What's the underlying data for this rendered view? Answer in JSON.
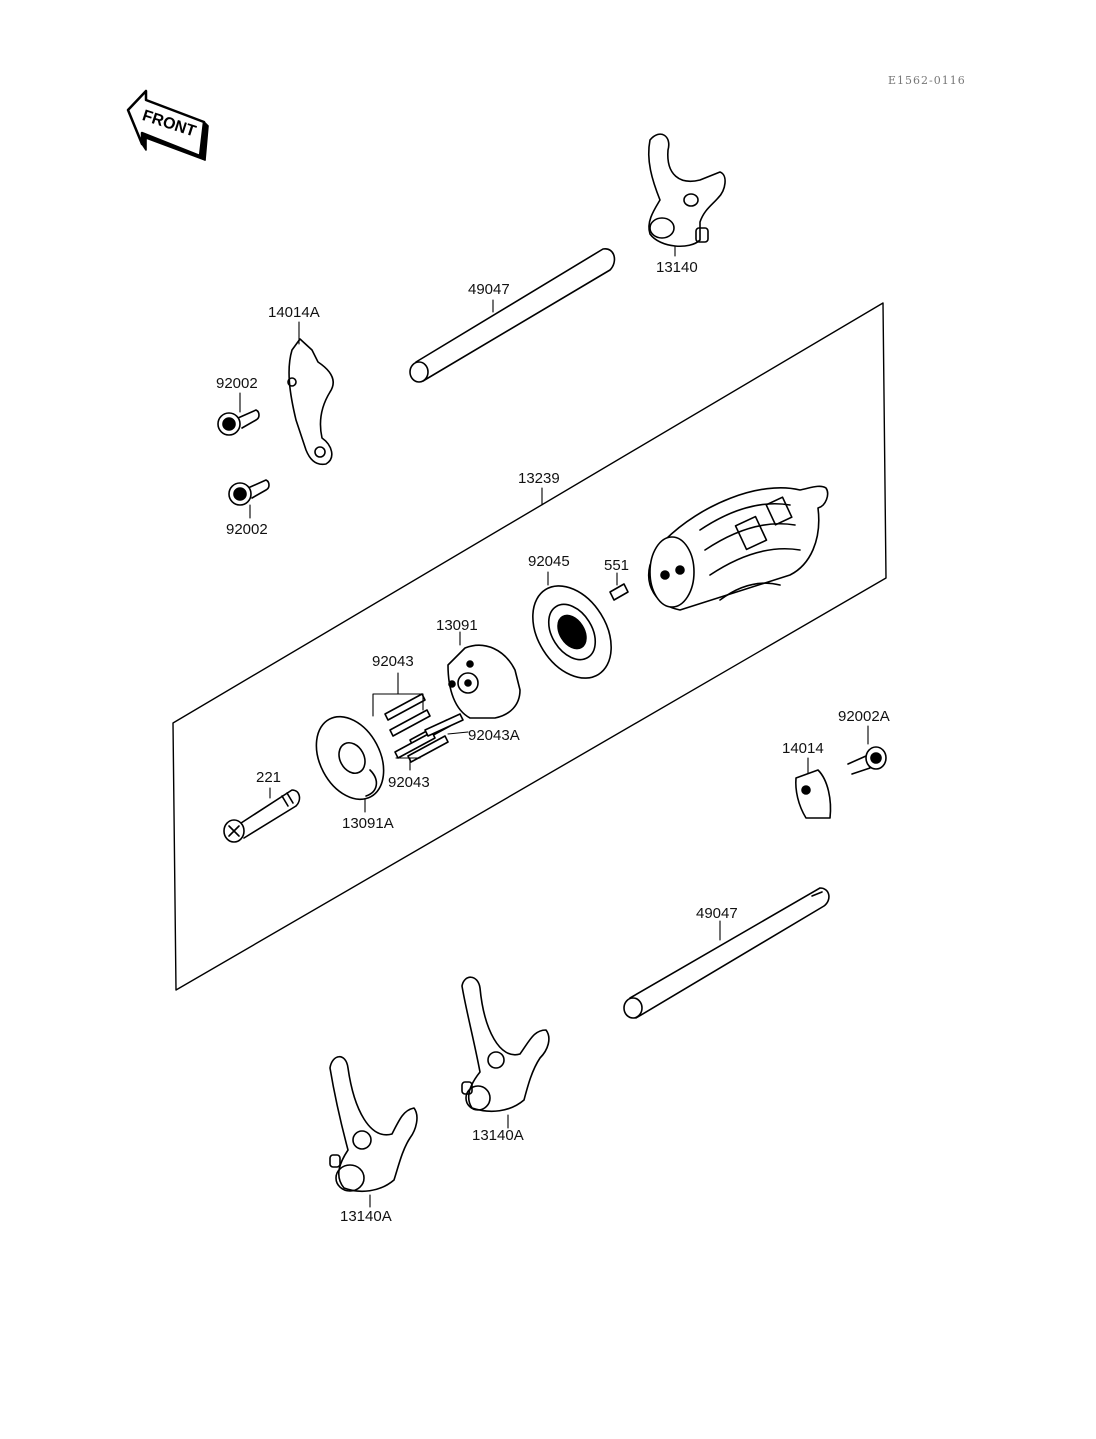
{
  "drawing_code": "E1562-0116",
  "front_arrow": {
    "label": "FRONT"
  },
  "parts": {
    "p13140_top": "13140",
    "p49047_top": "49047",
    "p14014A": "14014A",
    "p92002_upper": "92002",
    "p92002_lower": "92002",
    "p13239": "13239",
    "p92045": "92045",
    "p551": "551",
    "p13091": "13091",
    "p92043_upper": "92043",
    "p92043A": "92043A",
    "p92043_lower": "92043",
    "p221": "221",
    "p13091A": "13091A",
    "p92002A": "92002A",
    "p14014": "14014",
    "p49047_bottom": "49047",
    "p13140A_right": "13140A",
    "p13140A_left": "13140A"
  }
}
